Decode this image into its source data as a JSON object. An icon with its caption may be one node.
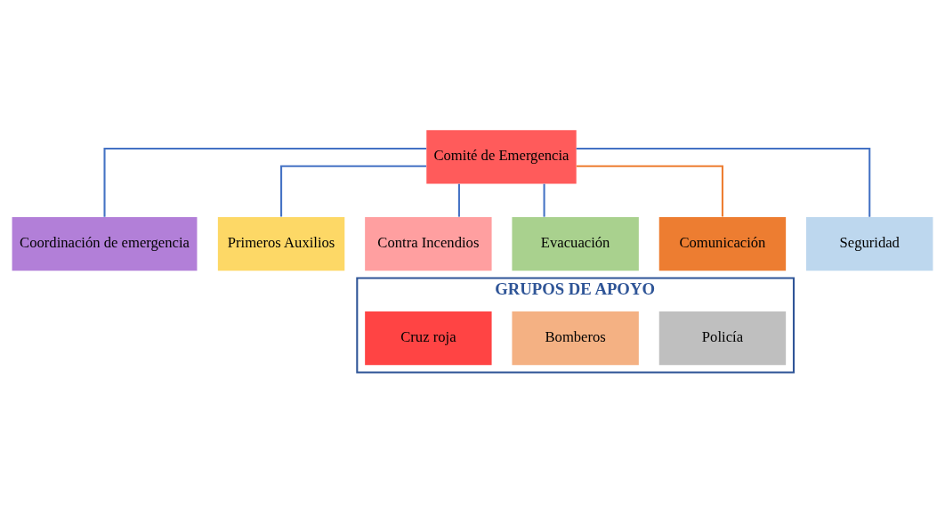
{
  "diagram": {
    "nodes": [
      {
        "text": [
          "Comité de Emergencia"
        ]
      },
      {
        "text": [
          "Coordinación de emergencia"
        ]
      },
      {
        "text": [
          "Primeros Auxilios"
        ]
      },
      {
        "text": [
          "Contra Incendios"
        ]
      },
      {
        "text": [
          "Evacuación"
        ]
      },
      {
        "text": [
          "Comunicación"
        ]
      },
      {
        "text": [
          "Seguridad"
        ]
      },
      {
        "text": [
          "GRUPOS DE APOYO"
        ]
      },
      {
        "text": [
          "Policía"
        ],
        "in": 7
      },
      {
        "text": [
          "Bomberos"
        ],
        "in": 7
      },
      {
        "text": [
          "Cruz roja"
        ],
        "in": 7
      }
    ],
    "edges": [
      {
        "from": 0,
        "to": 1,
        "arrow": "none"
      },
      {
        "from": 0,
        "to": 2,
        "arrow": "none"
      },
      {
        "from": 0,
        "to": 3,
        "arrow": "none"
      },
      {
        "from": 0,
        "to": 4,
        "arrow": "none"
      },
      {
        "from": 0,
        "to": 5,
        "arrow": "none",
        "color": "#ed7d31"
      },
      {
        "from": 0,
        "to": 6,
        "arrow": "none"
      }
    ]
  }
}
